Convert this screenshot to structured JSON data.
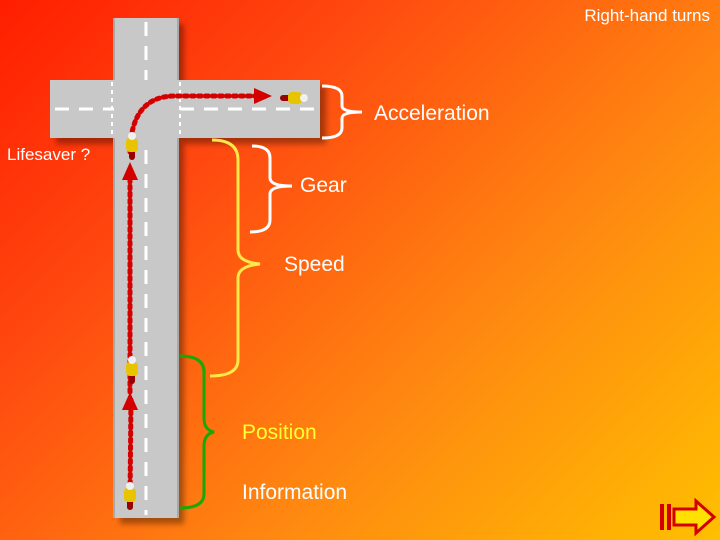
{
  "slide": {
    "title": "Right-hand turns",
    "labels": {
      "lifesaver": "Lifesaver ?",
      "acceleration": "Acceleration",
      "gear": "Gear",
      "speed": "Speed",
      "position": "Position",
      "information": "Information"
    }
  },
  "colors": {
    "road": "#c8c8c8",
    "route": "#d40000",
    "brace_information": "#1aa800",
    "brace_speed": "#ffe84a",
    "brace_gear": "#ffffff",
    "label_acceleration": "#ffffff",
    "label_gear": "#ffffff",
    "label_speed": "#ffffff",
    "label_position": "#ffff33",
    "label_information": "#ffffff",
    "label_lifesaver": "#ffffff"
  },
  "icons": {
    "motorcycle": "motorcycle-icon",
    "next": "next-arrow-icon"
  }
}
